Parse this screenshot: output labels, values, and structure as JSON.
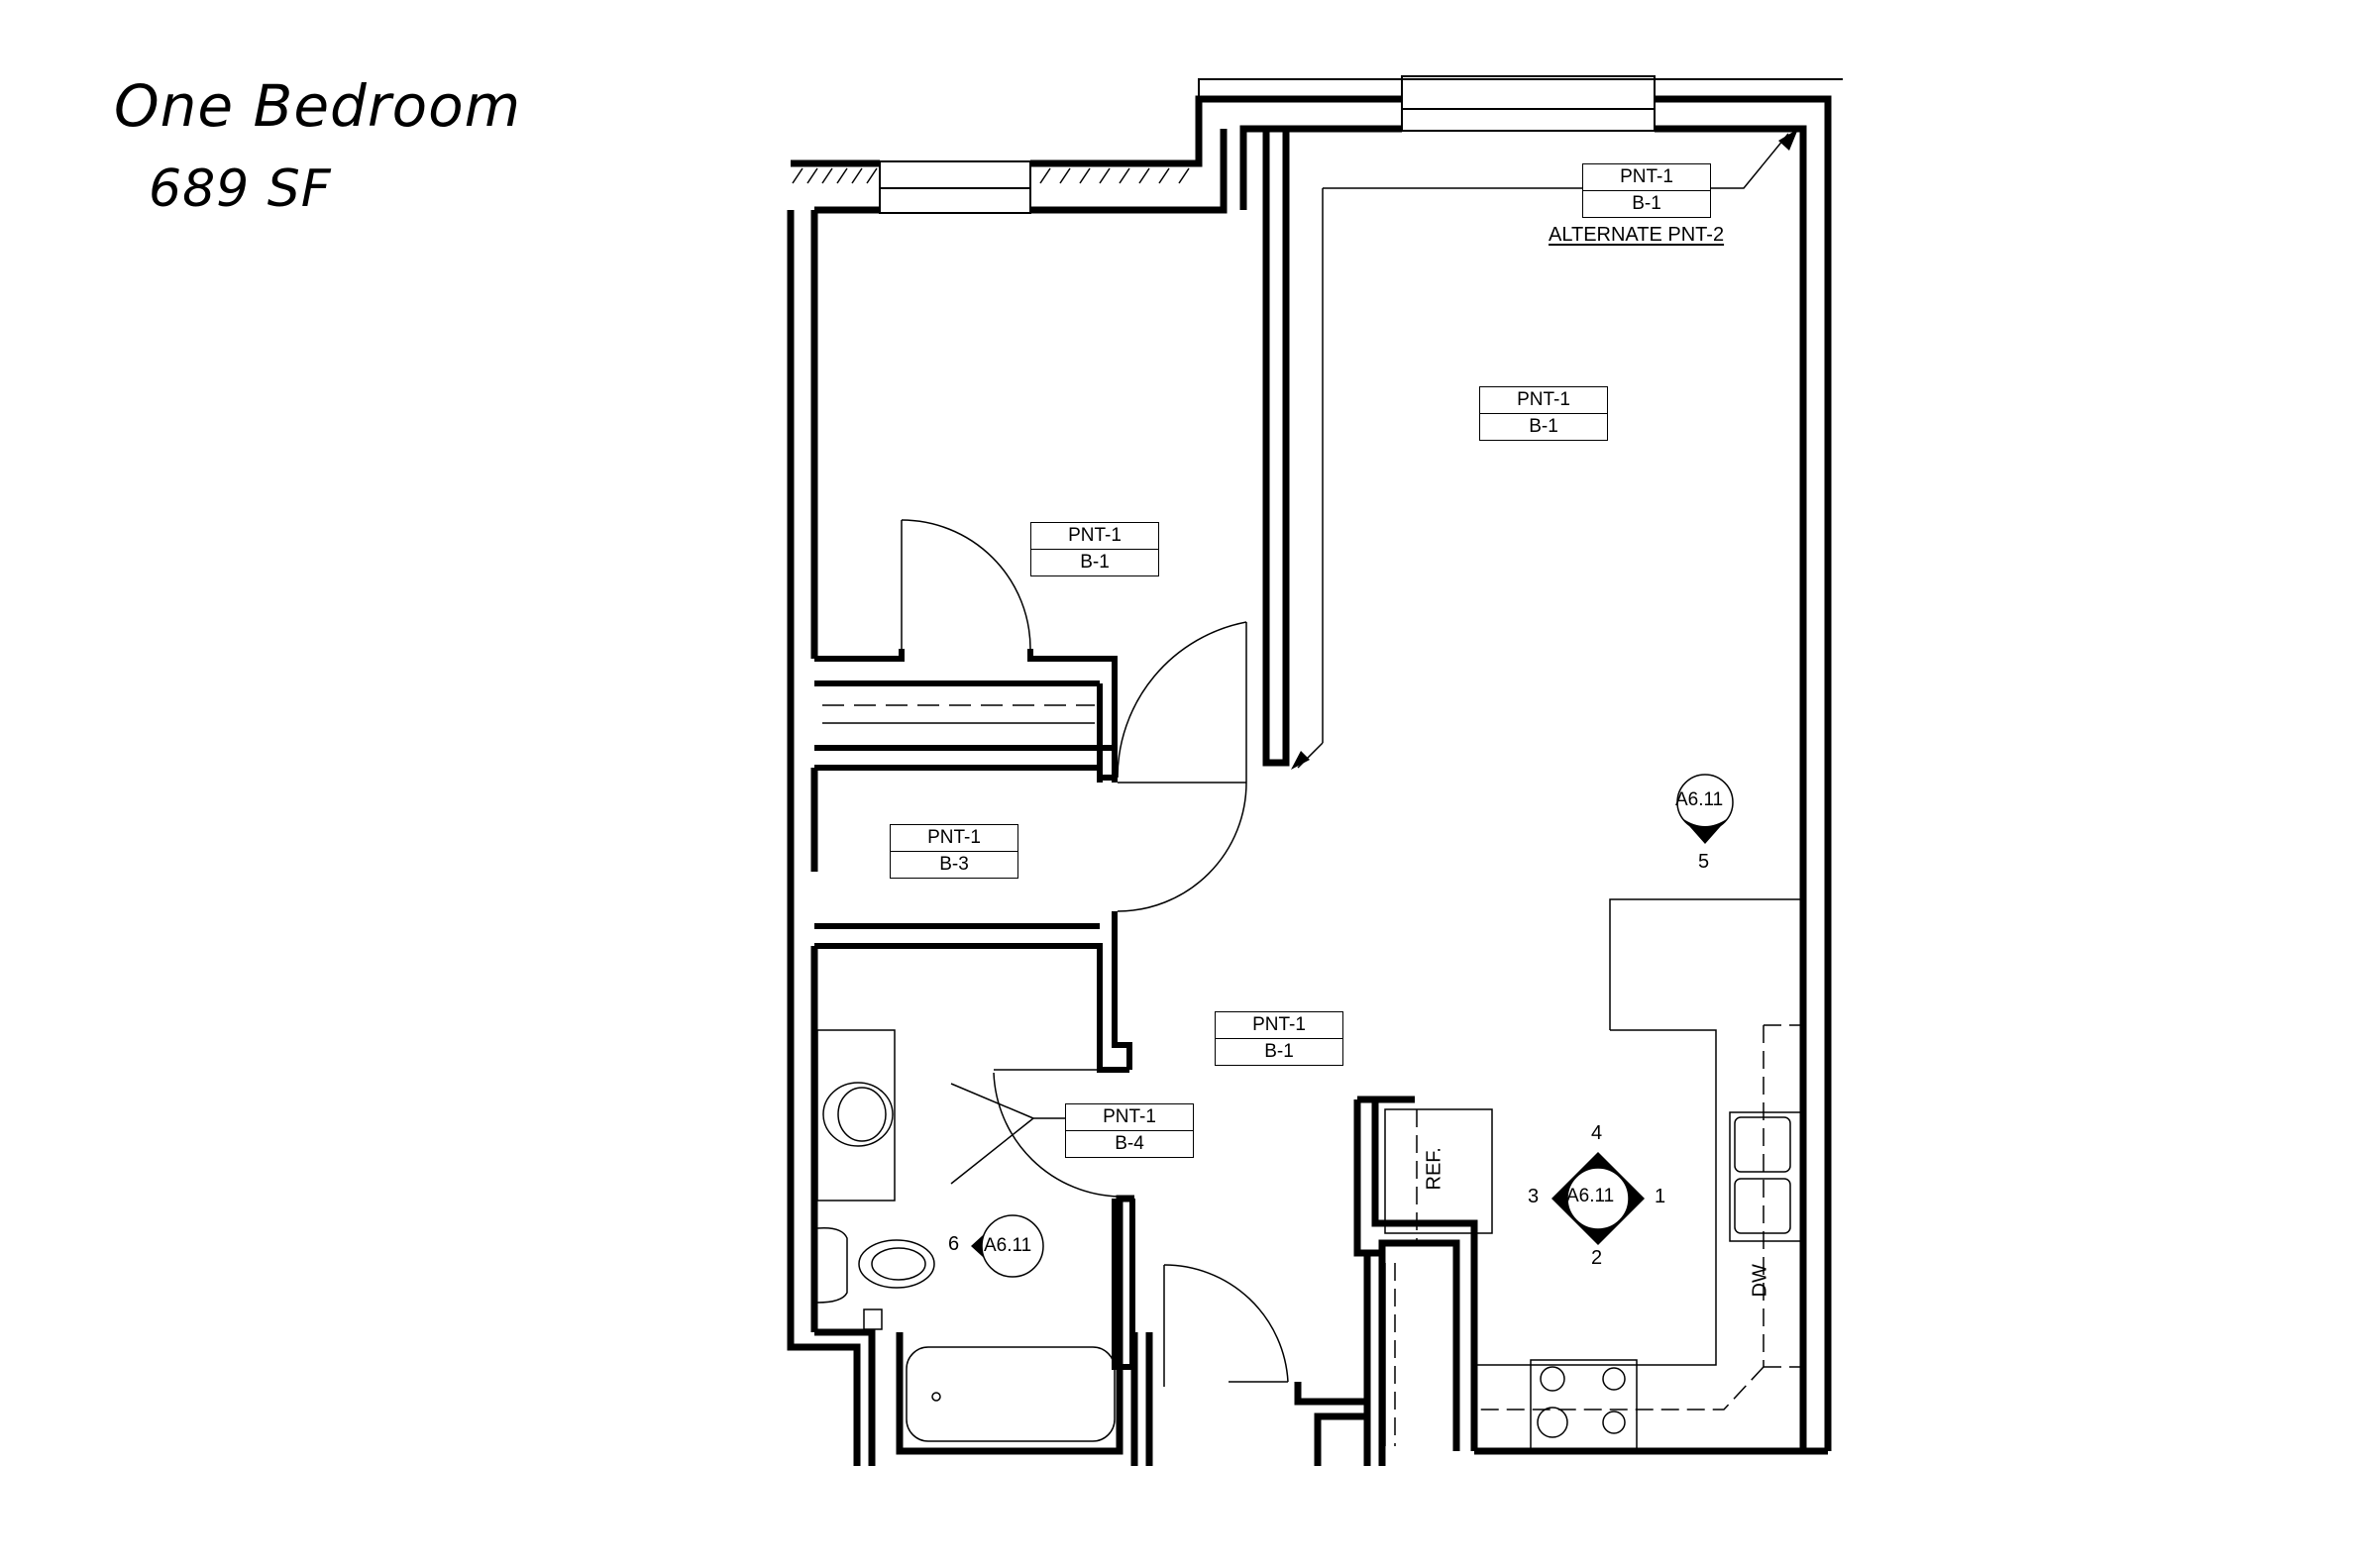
{
  "header": {
    "unit_type": "One Bedroom",
    "area": "689 SF"
  },
  "finish_tags": [
    {
      "id": "living-alt",
      "paint": "PNT-1",
      "base": "B-1",
      "note": "ALTERNATE PNT-2"
    },
    {
      "id": "living",
      "paint": "PNT-1",
      "base": "B-1"
    },
    {
      "id": "bedroom",
      "paint": "PNT-1",
      "base": "B-1"
    },
    {
      "id": "closet",
      "paint": "PNT-1",
      "base": "B-3"
    },
    {
      "id": "hall",
      "paint": "PNT-1",
      "base": "B-1"
    },
    {
      "id": "bath",
      "paint": "PNT-1",
      "base": "B-4"
    }
  ],
  "elevation_markers": [
    {
      "id": "living",
      "sheet": "A6.11",
      "views": [
        "5"
      ]
    },
    {
      "id": "kitchen",
      "sheet": "A6.11",
      "views": {
        "top": "4",
        "right": "1",
        "bottom": "2",
        "left": "3"
      }
    },
    {
      "id": "bath",
      "sheet": "A6.11",
      "views": [
        "6"
      ]
    }
  ],
  "appliances": {
    "refrigerator": "REF.",
    "dishwasher": "DW"
  }
}
